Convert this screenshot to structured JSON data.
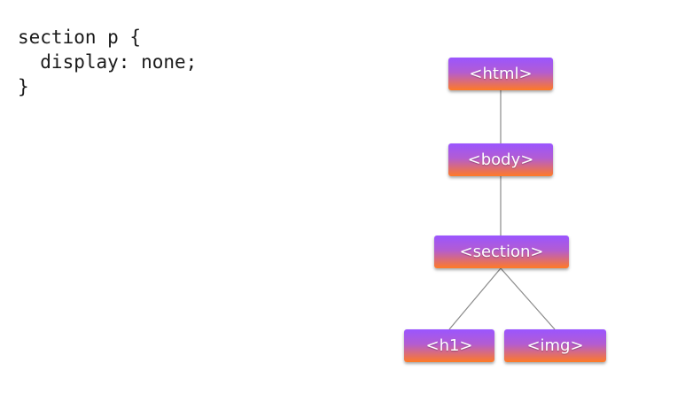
{
  "code": {
    "lines": [
      "section p {",
      "  display: none;",
      "}"
    ]
  },
  "tree": {
    "nodes": {
      "html": "<html>",
      "body": "<body>",
      "section": "<section>",
      "h1": "<h1>",
      "img": "<img>"
    },
    "edges": [
      [
        "html",
        "body"
      ],
      [
        "body",
        "section"
      ],
      [
        "section",
        "h1"
      ],
      [
        "section",
        "img"
      ]
    ]
  },
  "colors": {
    "node_top": "#9a55ff",
    "node_bottom": "#ff7a26",
    "connector": "#8a8a8a"
  }
}
